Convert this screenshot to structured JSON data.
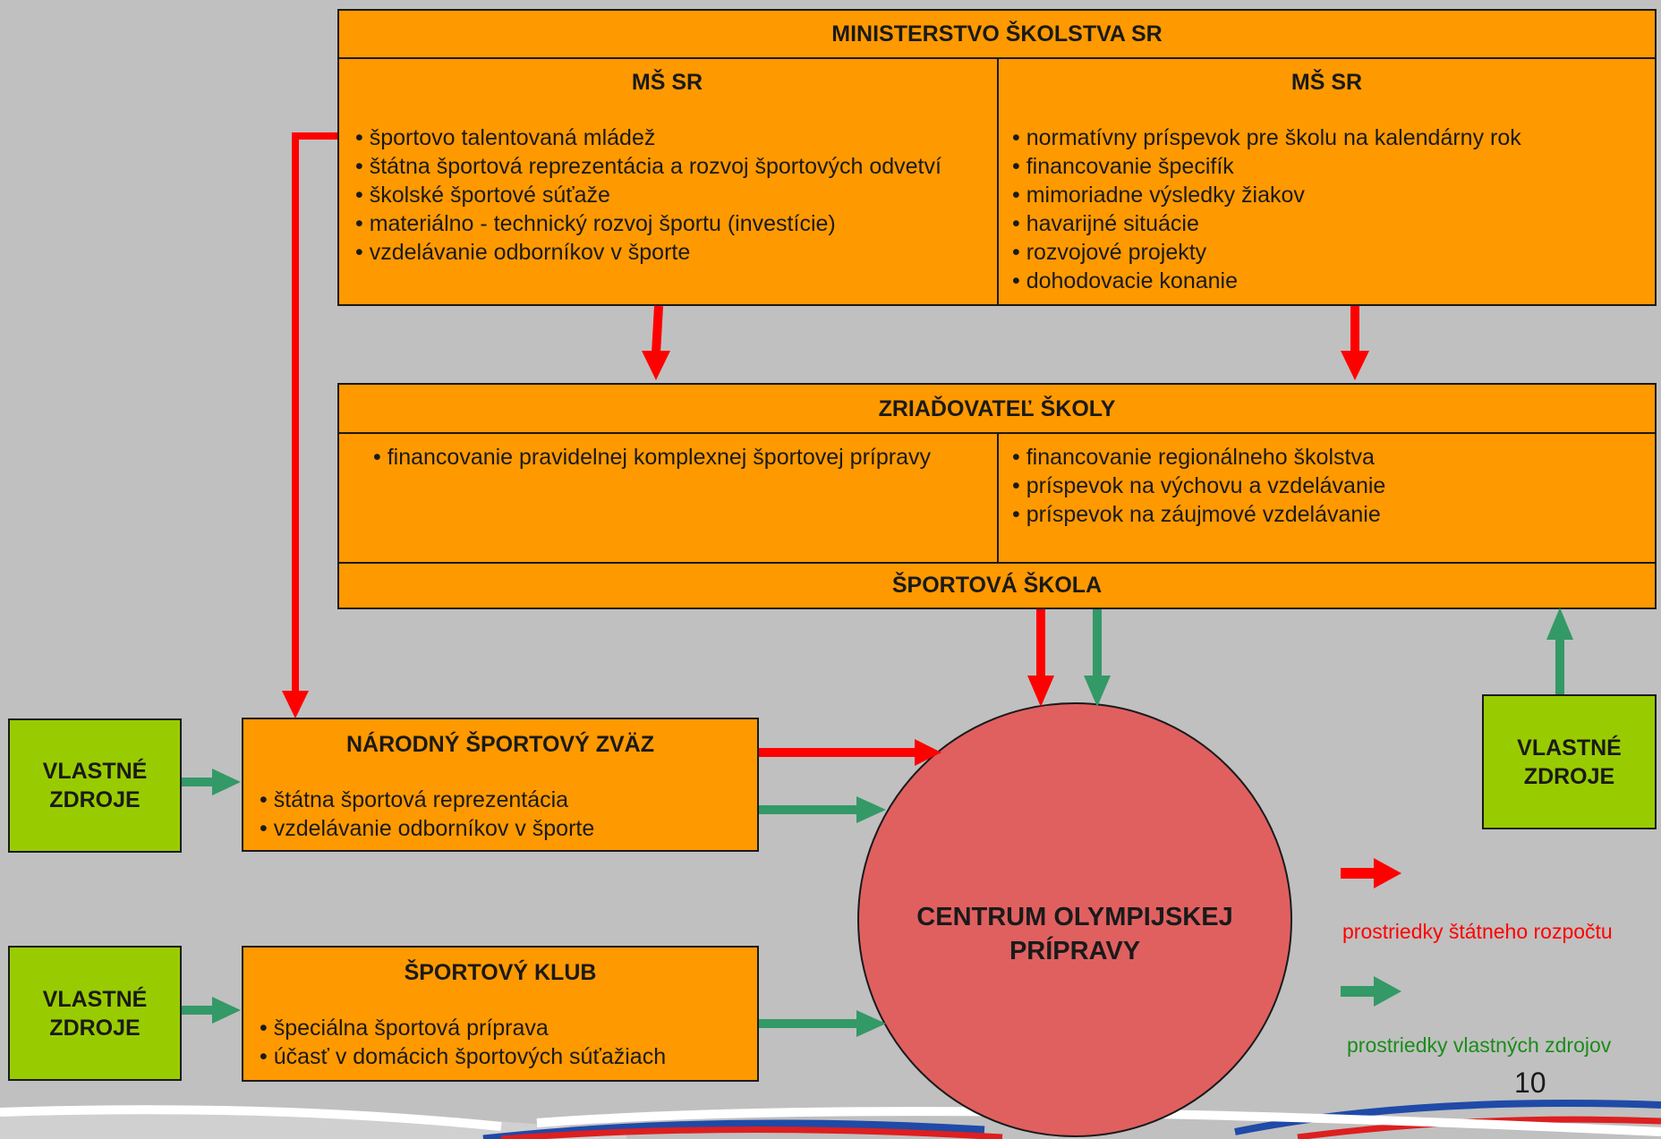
{
  "ministerstvo": {
    "title": "MINISTERSTVO ŠKOLSTVA SR",
    "left": {
      "title": "MŠ SR",
      "items": [
        "športovo talentovaná mládež",
        "štátna športová reprezentácia a rozvoj športových odvetví",
        "školské športové súťaže",
        "materiálno - technický rozvoj športu (investície)",
        "vzdelávanie odborníkov v športe"
      ]
    },
    "right": {
      "title": "MŠ SR",
      "items": [
        "normatívny príspevok pre školu na kalendárny rok",
        "financovanie špecifík",
        "mimoriadne výsledky žiakov",
        "havarijné situácie",
        "rozvojové projekty",
        "dohodovacie konanie"
      ]
    }
  },
  "zriadovatel": {
    "title": "ZRIAĎOVATEĽ ŠKOLY",
    "left_items": [
      "financovanie pravidelnej komplexnej športovej prípravy"
    ],
    "right_items": [
      "financovanie regionálneho školstva",
      "príspevok na výchovu a vzdelávanie",
      "príspevok na záujmové vzdelávanie"
    ],
    "footer": "ŠPORTOVÁ ŠKOLA"
  },
  "narodny_zvaz": {
    "title": "NÁRODNÝ ŠPORTOVÝ ZVÄZ",
    "items": [
      "štátna športová reprezentácia",
      "vzdelávanie odborníkov v športe"
    ]
  },
  "sportovy_klub": {
    "title": "ŠPORTOVÝ KLUB",
    "items": [
      "špeciálna športová príprava",
      "účasť v domácich športových súťažiach"
    ]
  },
  "vlastne_zdroje": {
    "line1": "VLASTNÉ",
    "line2": "ZDROJE"
  },
  "centrum": {
    "line1": "CENTRUM OLYMPIJSKEJ",
    "line2": "PRÍPRAVY"
  },
  "legend": {
    "state_budget": "prostriedky štátneho rozpočtu",
    "own_resources": "prostriedky vlastných zdrojov"
  },
  "page_number": "10",
  "colors": {
    "background": "#c0c0c0",
    "box": "#ff9900",
    "own_box": "#99cc00",
    "circle": "#e06060",
    "state_arrow": "#ff0000",
    "own_arrow": "#339966"
  }
}
